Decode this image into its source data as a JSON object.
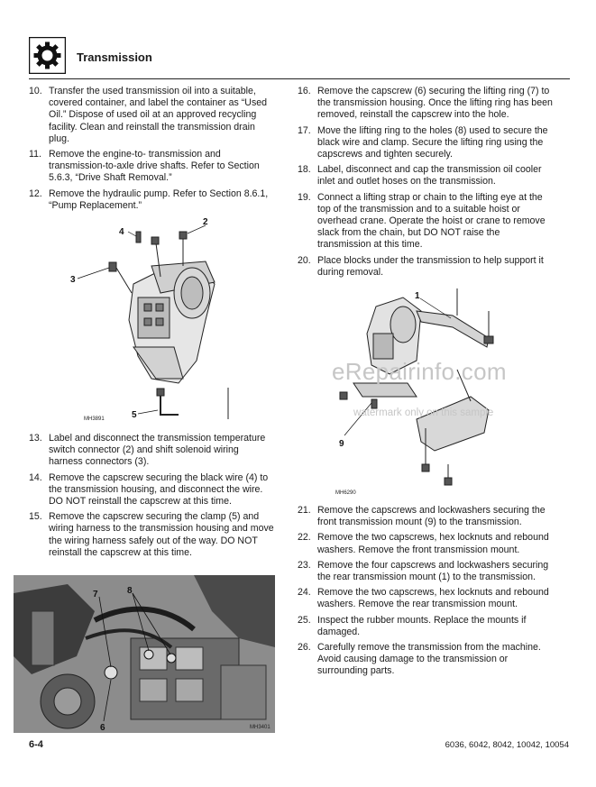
{
  "header": {
    "title": "Transmission",
    "icon": "gear-icon"
  },
  "left_steps": [
    {
      "num": "10.",
      "text": "Transfer the used transmission oil into a suitable, covered container, and label the container as “Used Oil.” Dispose of used oil at an approved recycling facility. Clean and reinstall the transmission drain plug."
    },
    {
      "num": "11.",
      "text": "Remove the engine-to- transmission and transmission-to-axle drive shafts. Refer to Section 5.6.3, “Drive Shaft Removal.”"
    },
    {
      "num": "12.",
      "text": "Remove the hydraulic pump. Refer to Section 8.6.1, “Pump Replacement.”"
    }
  ],
  "left_steps_2": [
    {
      "num": "13.",
      "text": "Label and disconnect the transmission temperature switch connector (2) and shift solenoid wiring harness connectors (3)."
    },
    {
      "num": "14.",
      "text": "Remove the capscrew securing the black wire (4) to the transmission housing, and disconnect the wire. DO NOT reinstall the capscrew at this time."
    },
    {
      "num": "15.",
      "text": "Remove the capscrew securing the clamp (5) and wiring harness to the transmission housing and move the wiring harness safely out of the way. DO NOT reinstall the capscrew at this time."
    }
  ],
  "right_steps": [
    {
      "num": "16.",
      "text": "Remove the capscrew (6) securing the lifting ring (7) to the transmission housing. Once the lifting ring has been removed, reinstall the capscrew into the hole."
    },
    {
      "num": "17.",
      "text": "Move the lifting ring to the holes (8) used to secure the black wire and clamp. Secure the lifting ring using the capscrews and tighten securely."
    },
    {
      "num": "18.",
      "text": "Label, disconnect and cap the transmission oil cooler inlet and outlet hoses on the transmission."
    },
    {
      "num": "19.",
      "text": "Connect a lifting strap or chain to the lifting eye at the top of the transmission and to a suitable hoist or overhead crane. Operate the hoist or crane to remove slack from the chain, but DO NOT raise the transmission at this time."
    },
    {
      "num": "20.",
      "text": "Place blocks under the transmission to help support it during removal."
    }
  ],
  "right_steps_2": [
    {
      "num": "21.",
      "text": "Remove the capscrews and lockwashers securing the front transmission mount (9) to the transmission."
    },
    {
      "num": "22.",
      "text": "Remove the two capscrews, hex locknuts and rebound washers. Remove the front transmission mount."
    },
    {
      "num": "23.",
      "text": "Remove the four capscrews and lockwashers securing the rear transmission mount (1) to the transmission."
    },
    {
      "num": "24.",
      "text": "Remove the two capscrews, hex locknuts and rebound washers. Remove the rear transmission mount."
    },
    {
      "num": "25.",
      "text": "Inspect the rubber mounts. Replace the mounts if damaged."
    },
    {
      "num": "26.",
      "text": "Carefully remove the transmission from the machine. Avoid causing damage to the transmission or surrounding parts."
    }
  ],
  "figures": {
    "fig1": {
      "tag": "MH3891",
      "callouts": [
        "2",
        "3",
        "4",
        "5"
      ]
    },
    "fig2": {
      "tag": "MH6290",
      "callouts": [
        "1",
        "9"
      ]
    },
    "fig3": {
      "tag": "MH3401",
      "callouts": [
        "6",
        "7",
        "8"
      ]
    }
  },
  "watermark": {
    "main": "eRepairinfo.com",
    "sub": "watermark only on this sample"
  },
  "footer": {
    "page": "6-4",
    "models": "6036, 6042, 8042, 10042, 10054"
  }
}
